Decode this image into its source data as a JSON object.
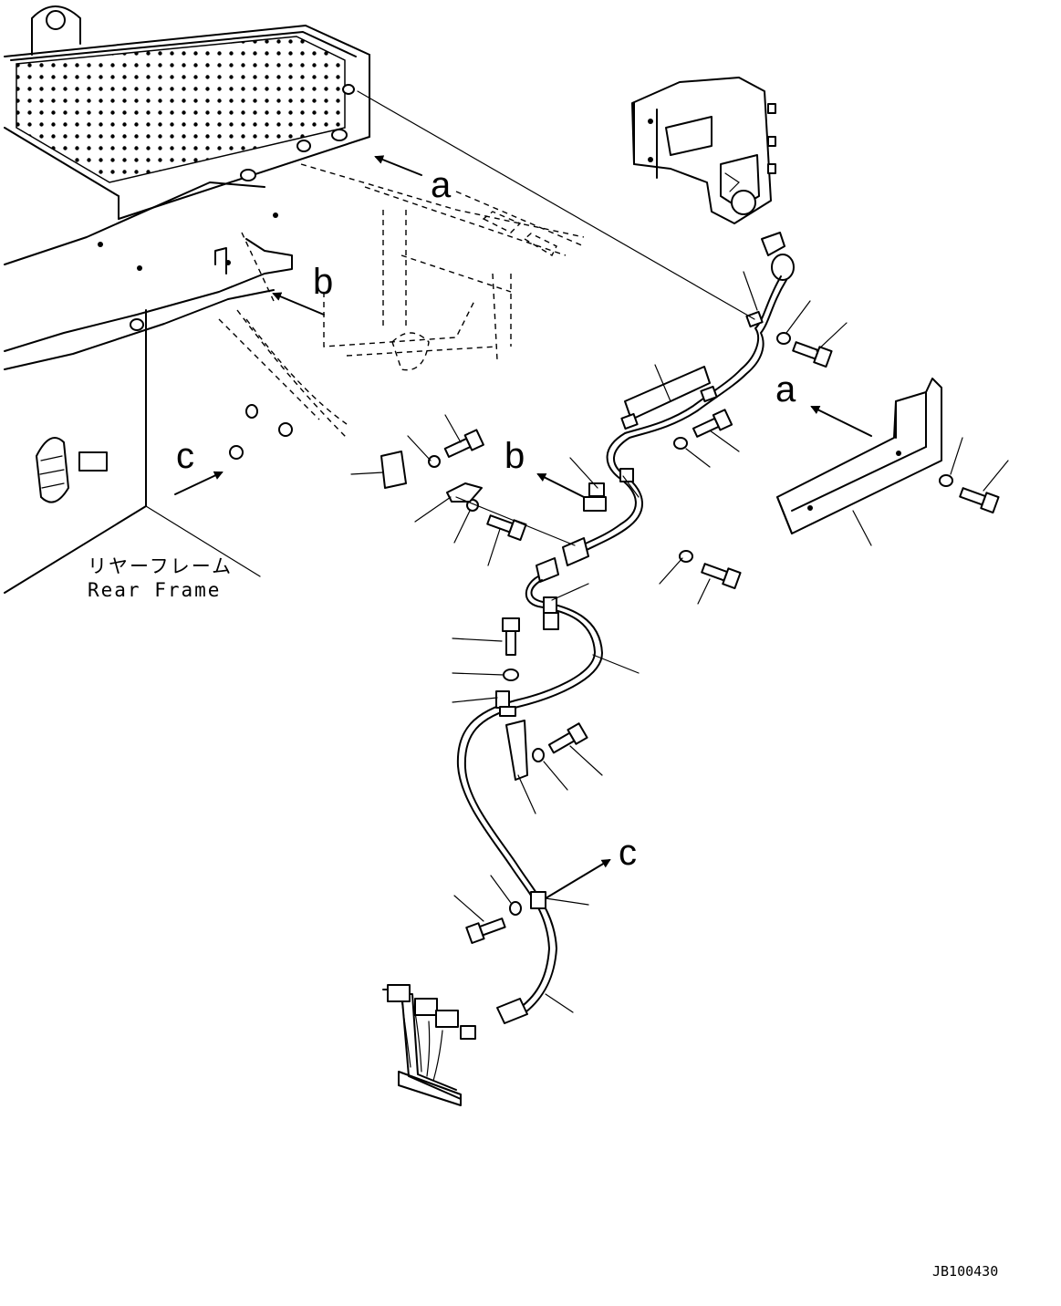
{
  "view_labels": {
    "a": "a",
    "b": "b",
    "c": "c"
  },
  "caption": {
    "japanese": "リヤーフレーム",
    "english": "Rear Frame"
  },
  "drawing_code": "JB100430"
}
